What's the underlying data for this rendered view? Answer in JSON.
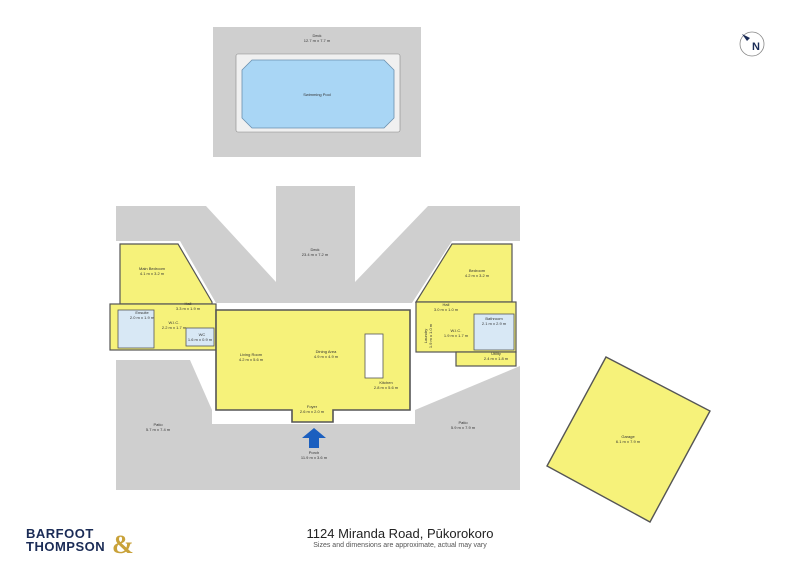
{
  "address": "1124 Miranda Road, Pūkorokoro",
  "disclaimer": "Sizes and dimensions are approximate, actual may vary",
  "brand": {
    "line1": "BARFOOT",
    "line2": "THOMPSON",
    "amp": "&"
  },
  "compass_label": "N",
  "colors": {
    "room": "#f6f27a",
    "outdoor": "#cfcfcf",
    "pool": "#a9d6f5",
    "bath": "#d8e8f5",
    "wall": "#555555",
    "arrow": "#1b5fbf",
    "logo_blue": "#1a2b56",
    "logo_gold": "#c9a23a"
  },
  "rooms": [
    {
      "id": "deck-top",
      "name": "Deck",
      "size": "12.7 m x 7.7 m"
    },
    {
      "id": "pool",
      "name": "Swimming Pool",
      "size": ""
    },
    {
      "id": "deck-mid",
      "name": "Deck",
      "size": "23.4 m x 7.2 m"
    },
    {
      "id": "master",
      "name": "Main Bedroom",
      "size": "4.1 m x 3.2 m"
    },
    {
      "id": "hall-left",
      "name": "Hall",
      "size": "3.3 m x 1.9 m"
    },
    {
      "id": "ensuite",
      "name": "Ensuite",
      "size": "2.0 m x 1.9 m"
    },
    {
      "id": "wic-left",
      "name": "W.I.C.",
      "size": "2.2 m x 1.7 m"
    },
    {
      "id": "wc",
      "name": "WC",
      "size": "1.6 m x 0.9 m"
    },
    {
      "id": "living",
      "name": "Living Room",
      "size": "4.2 m x 5.6 m"
    },
    {
      "id": "dining",
      "name": "Dining Area",
      "size": "4.9 m x 4.9 m"
    },
    {
      "id": "kitchen",
      "name": "Kitchen",
      "size": "2.8 m x 5.6 m"
    },
    {
      "id": "foyer",
      "name": "Foyer",
      "size": "2.6 m x 2.0 m"
    },
    {
      "id": "porch",
      "name": "Porch",
      "size": "11.9 m x 3.6 m"
    },
    {
      "id": "patio-left",
      "name": "Patio",
      "size": "5.7 m x 7.4 m"
    },
    {
      "id": "patio-right",
      "name": "Patio",
      "size": "5.9 m x 7.9 m"
    },
    {
      "id": "bedroom",
      "name": "Bedroom",
      "size": "4.2 m x 3.2 m"
    },
    {
      "id": "hall-right",
      "name": "Hall",
      "size": "3.0 m x 1.0 m"
    },
    {
      "id": "wic-right",
      "name": "W.I.C.",
      "size": "1.9 m x 1.7 m"
    },
    {
      "id": "bathroom",
      "name": "Bathroom",
      "size": "2.1 m x 2.9 m"
    },
    {
      "id": "utility",
      "name": "Utility",
      "size": "2.4 m x 1.8 m"
    },
    {
      "id": "laundry",
      "name": "Laundry",
      "size": "1.9 m x 1.0 m"
    },
    {
      "id": "garage",
      "name": "Garage",
      "size": "6.1 m x 7.9 m"
    }
  ]
}
